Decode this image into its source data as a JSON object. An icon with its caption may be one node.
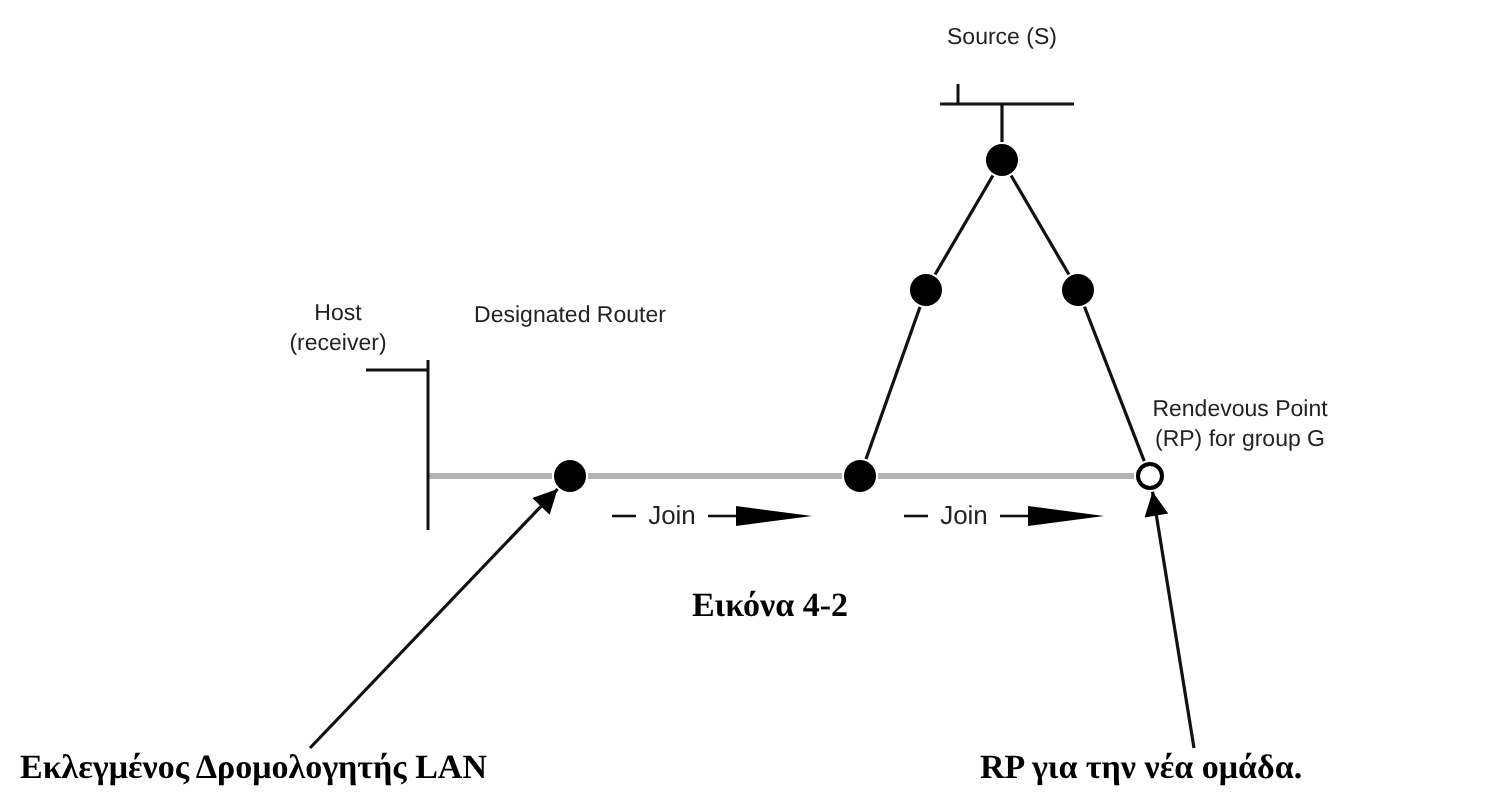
{
  "diagram": {
    "caption": "Εικόνα 4-2",
    "nodes": [
      {
        "text": [],
        "shape": "bar",
        "beside": [
          "Source (S)"
        ]
      },
      {
        "text": [],
        "shape": "bar",
        "beside": [
          "Host (receiver)"
        ]
      },
      {
        "text": [],
        "shape": "circle"
      },
      {
        "text": [],
        "shape": "circle"
      },
      {
        "text": [],
        "shape": "circle"
      },
      {
        "text": [],
        "shape": "circle"
      },
      {
        "text": [],
        "shape": "circle"
      },
      {
        "text": [],
        "shape": "circle",
        "beside": [
          "Rendevous Point (RP) for group G"
        ]
      },
      {
        "text": [
          "Εκλεγμένος Δρομολογητής LAN"
        ]
      },
      {
        "text": [
          "**RP για την νέα ομάδα**."
        ]
      }
    ],
    "edges": [
      {
        "from": 0,
        "to": 4,
        "arrow": "none"
      },
      {
        "from": 1,
        "to": 2,
        "arrow": "none",
        "color": "#b4b4b4"
      },
      {
        "from": 2,
        "to": 3,
        "arrow": "none",
        "color": "#b4b4b4"
      },
      {
        "from": 3,
        "to": 7,
        "arrow": "none",
        "color": "#b4b4b4"
      },
      {
        "from": 4,
        "to": 5,
        "arrow": "none"
      },
      {
        "from": 5,
        "to": 3,
        "arrow": "none"
      },
      {
        "from": 4,
        "to": 6,
        "arrow": "none"
      },
      {
        "from": 6,
        "to": 7,
        "arrow": "none"
      },
      {
        "from": 8,
        "to": 2,
        "arrow": "to"
      },
      {
        "from": 9,
        "to": 7,
        "arrow": "to"
      }
    ],
    "labels": [
      "Designated Router",
      "Join",
      "Join"
    ]
  }
}
